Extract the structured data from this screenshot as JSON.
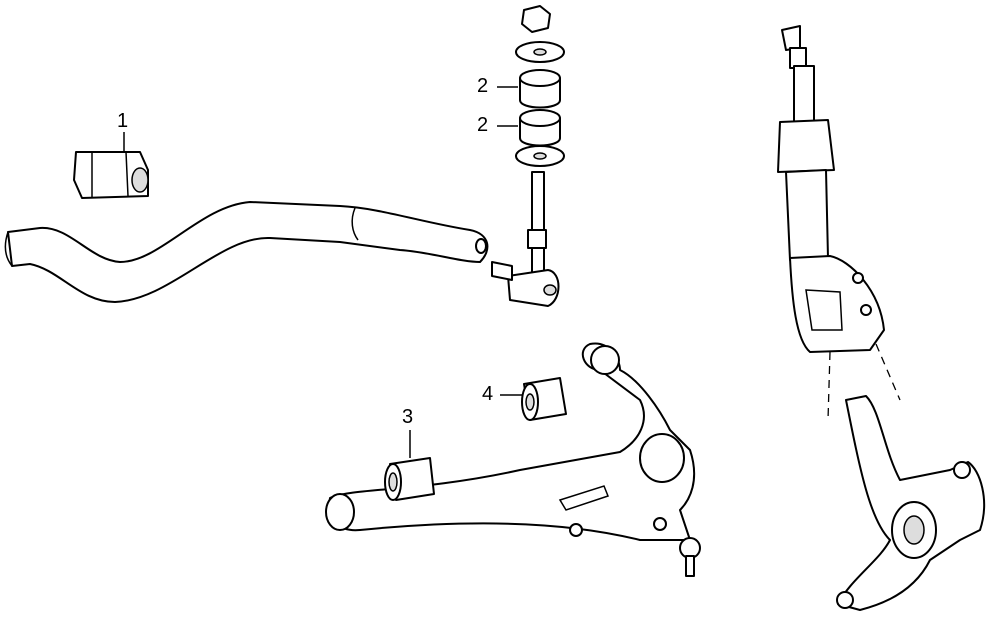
{
  "callouts": {
    "stabilizer_bushing": "1",
    "link_bushing_upper": "2",
    "link_bushing_lower": "2",
    "arm_bushing_front": "3",
    "arm_bushing_rear": "4"
  }
}
